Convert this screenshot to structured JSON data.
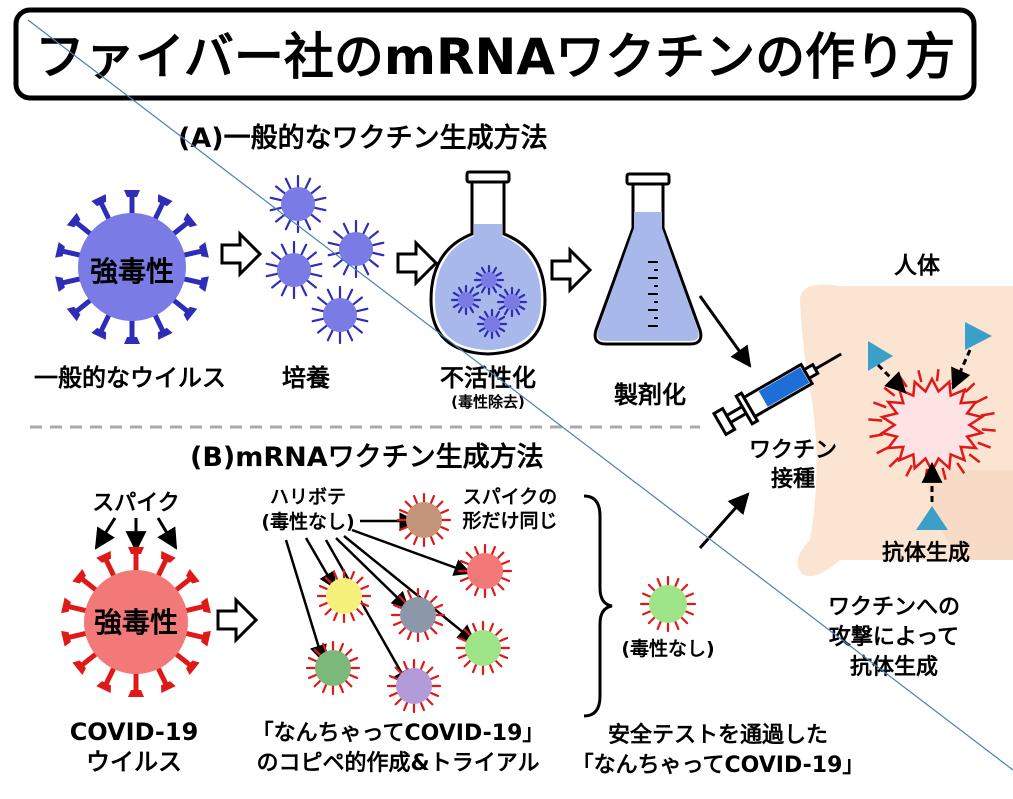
{
  "title": "ファイバー社のmRNAワクチンの作り方",
  "section_a": {
    "heading": "(A)一般的なワクチン生成方法",
    "virus_label": "強毒性",
    "steps": {
      "virus": "一般的なウイルス",
      "culture": "培養",
      "inactivation": "不活性化",
      "inactivation_note": "(毒性除去)",
      "formulation": "製剤化"
    }
  },
  "section_b": {
    "heading": "(B)mRNAワクチン生成方法",
    "spike_label": "スパイク",
    "virus_label": "強毒性",
    "virus_caption_1": "COVID-19",
    "virus_caption_2": "ウイルス",
    "fake_label_1": "ハリボテ",
    "fake_label_2": "(毒性なし)",
    "same_shape_1": "スパイクの",
    "same_shape_2": "形だけ同じ",
    "trial_caption_1": "「なんちゃってCOVID-19」",
    "trial_caption_2": "のコピペ的作成&トライアル",
    "passed_label": "(毒性なし)",
    "passed_caption_1": "安全テストを通過した",
    "passed_caption_2": "「なんちゃってCOVID-19」"
  },
  "right": {
    "body_label": "人体",
    "vaccination_1": "ワクチン",
    "vaccination_2": "接種",
    "antibody": "抗体生成",
    "attack_1": "ワクチンへの",
    "attack_2": "攻撃によって",
    "attack_3": "抗体生成"
  },
  "colors": {
    "virus_a": "#7b7be6",
    "spike_a": "#2d2db8",
    "virus_b": "#f37878",
    "spike_b": "#e01818",
    "flask_liquid": "#a9b8ea",
    "skin": "#fbe4d2",
    "antibody": "#3aa0c8"
  }
}
